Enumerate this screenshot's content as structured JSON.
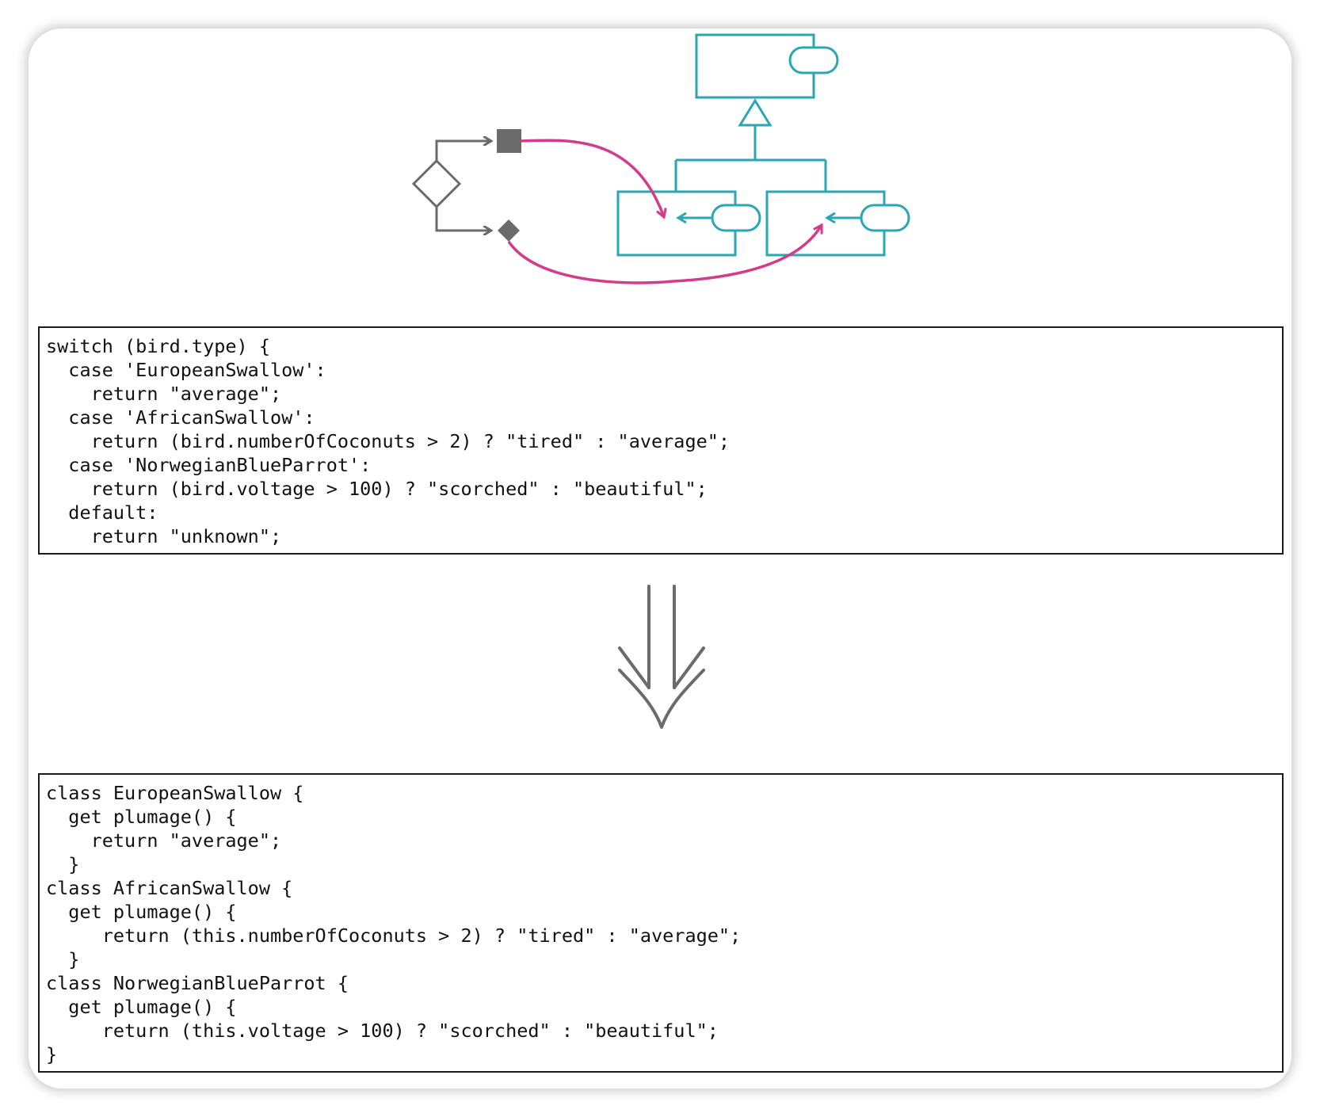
{
  "colors": {
    "teal": "#2aa6b5",
    "magenta": "#d43b8b",
    "gray": "#6b6b6b",
    "border": "#1a1a1a"
  },
  "diagram": {
    "icons": [
      "decision-diamond-icon",
      "filled-square-icon",
      "filled-diamond-icon",
      "superclass-box",
      "subclass-box",
      "inheritance-triangle-icon",
      "method-capsule-icon",
      "refactor-double-arrow-icon"
    ]
  },
  "code_before": [
    "switch (bird.type) {",
    "  case 'EuropeanSwallow':",
    "    return \"average\";",
    "  case 'AfricanSwallow':",
    "    return (bird.numberOfCoconuts > 2) ? \"tired\" : \"average\";",
    "  case 'NorwegianBlueParrot':",
    "    return (bird.voltage > 100) ? \"scorched\" : \"beautiful\";",
    "  default:",
    "    return \"unknown\";"
  ],
  "code_after": [
    "class EuropeanSwallow {",
    "  get plumage() {",
    "    return \"average\";",
    "  }",
    "class AfricanSwallow {",
    "  get plumage() {",
    "     return (this.numberOfCoconuts > 2) ? \"tired\" : \"average\";",
    "  }",
    "class NorwegianBlueParrot {",
    "  get plumage() {",
    "     return (this.voltage > 100) ? \"scorched\" : \"beautiful\";",
    "}"
  ]
}
